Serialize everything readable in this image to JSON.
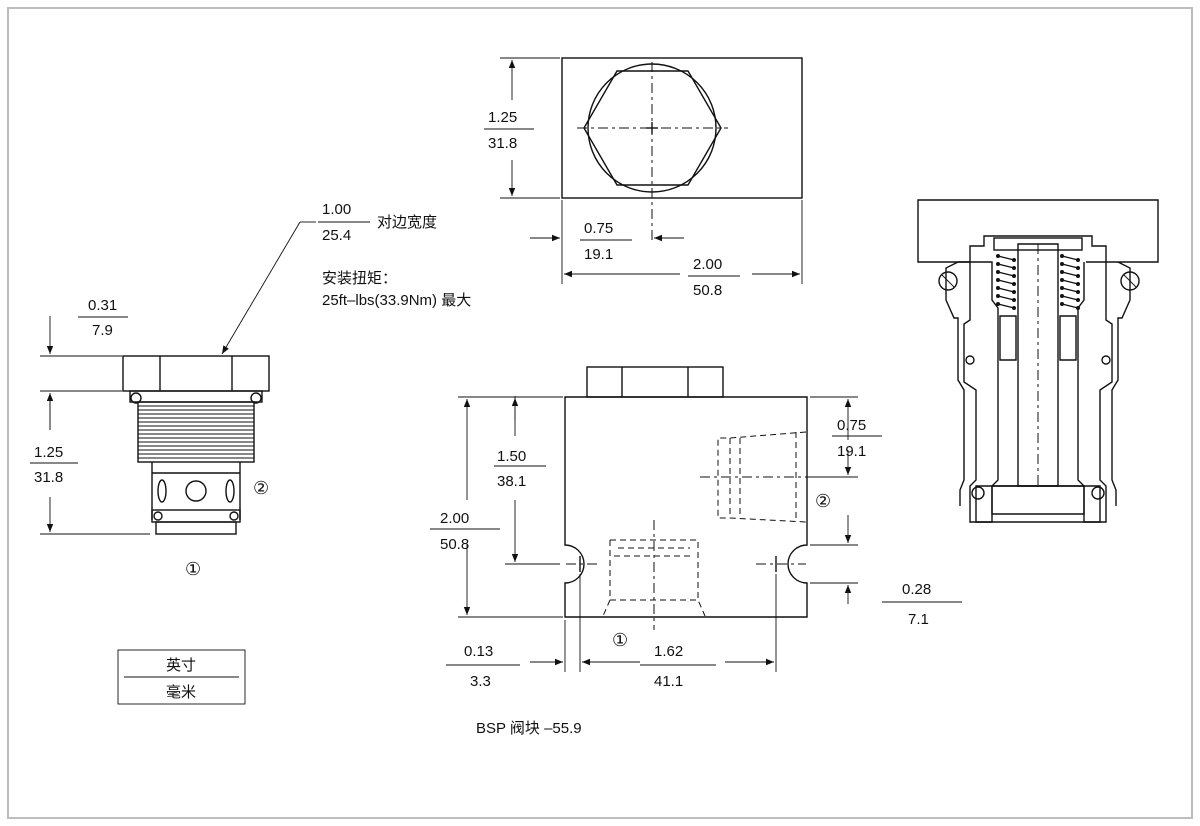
{
  "cartridge": {
    "hex_across_flats_in": "1.00",
    "hex_across_flats_mm": "25.4",
    "hex_across_flats_note": "对边宽度",
    "torque_title": "安装扭矩：",
    "torque_value": "25ft–lbs(33.9Nm) 最大",
    "hex_height_in": "0.31",
    "hex_height_mm": "7.9",
    "body_length_in": "1.25",
    "body_length_mm": "31.8",
    "port1": "①",
    "port2": "②"
  },
  "legend": {
    "top": "英寸",
    "bottom": "毫米"
  },
  "block_top": {
    "height_in": "1.25",
    "height_mm": "31.8",
    "center_offset_in": "0.75",
    "center_offset_mm": "19.1",
    "width_in": "2.00",
    "width_mm": "50.8"
  },
  "block_front": {
    "depth_in": "1.50",
    "depth_mm": "38.1",
    "height_in": "2.00",
    "height_mm": "50.8",
    "port2_offset_in": "0.75",
    "port2_offset_mm": "19.1",
    "mount_hole_in": "0.28",
    "mount_hole_mm": "7.1",
    "edge_offset_in": "0.13",
    "edge_offset_mm": "3.3",
    "hole_spacing_in": "1.62",
    "hole_spacing_mm": "41.1",
    "port1": "①",
    "port2": "②",
    "caption": "BSP 阀块 –55.9"
  }
}
